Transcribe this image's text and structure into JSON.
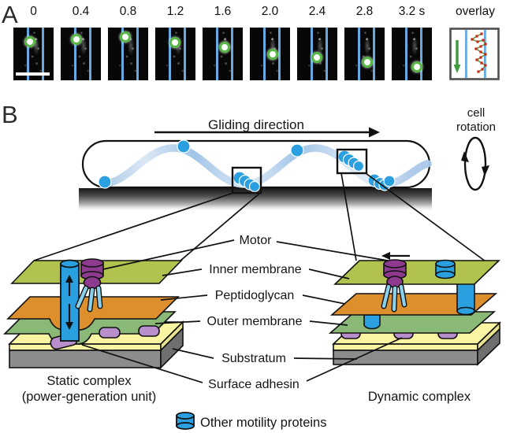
{
  "colors": {
    "accent_blue": "#2aa0e0",
    "inner_membrane": "#b1c24f",
    "peptidoglycan": "#dd8f2e",
    "outer_membrane": "#8ab877",
    "substratum_yellow": "#f9f5a3",
    "substratum_gray": "#8c8c8c",
    "motor_purple": "#8e3a8e",
    "adhesin_purple": "#b88fcc",
    "leg_blue": "#8ccfe9",
    "frame_line": "#67a9e2",
    "marker_green": "#57b845",
    "traj_red": "#cf2418",
    "traj_green": "#3f9a3f"
  },
  "panel_a": {
    "label": "A",
    "frames": [
      {
        "time": "0",
        "spot_x": 0.42,
        "spot_y": 0.27
      },
      {
        "time": "0.4",
        "spot_x": 0.4,
        "spot_y": 0.23
      },
      {
        "time": "0.8",
        "spot_x": 0.43,
        "spot_y": 0.18
      },
      {
        "time": "1.2",
        "spot_x": 0.49,
        "spot_y": 0.29
      },
      {
        "time": "1.6",
        "spot_x": 0.55,
        "spot_y": 0.38
      },
      {
        "time": "2.0",
        "spot_x": 0.56,
        "spot_y": 0.51
      },
      {
        "time": "2.4",
        "spot_x": 0.49,
        "spot_y": 0.56
      },
      {
        "time": "2.8",
        "spot_x": 0.57,
        "spot_y": 0.66
      },
      {
        "time": "3.2 s",
        "spot_x": 0.63,
        "spot_y": 0.74
      }
    ],
    "overlay_label": "overlay",
    "overlay_trajectory": [
      [
        41,
        8
      ],
      [
        35,
        11
      ],
      [
        29,
        15
      ],
      [
        36,
        18
      ],
      [
        43,
        16
      ],
      [
        46,
        21
      ],
      [
        40,
        24
      ],
      [
        34,
        27
      ],
      [
        40,
        31
      ],
      [
        46,
        34
      ],
      [
        40,
        38
      ],
      [
        35,
        41
      ],
      [
        41,
        45
      ],
      [
        46,
        48
      ],
      [
        42,
        53
      ],
      [
        37,
        56
      ]
    ]
  },
  "panel_b": {
    "label": "B",
    "gliding_direction": "Gliding direction",
    "cell_rotation_line1": "cell",
    "cell_rotation_line2": "rotation",
    "labels": {
      "motor": "Motor",
      "inner_membrane": "Inner membrane",
      "peptidoglycan": "Peptidoglycan",
      "outer_membrane": "Outer membrane",
      "substratum": "Substratum",
      "surface_adhesin": "Surface adhesin"
    },
    "captions": {
      "static_line1": "Static complex",
      "static_line2": "(power-generation unit)",
      "dynamic": "Dynamic complex"
    },
    "legend": {
      "icon": "blue-cylinder-icon",
      "label": "Other motility proteins"
    }
  }
}
